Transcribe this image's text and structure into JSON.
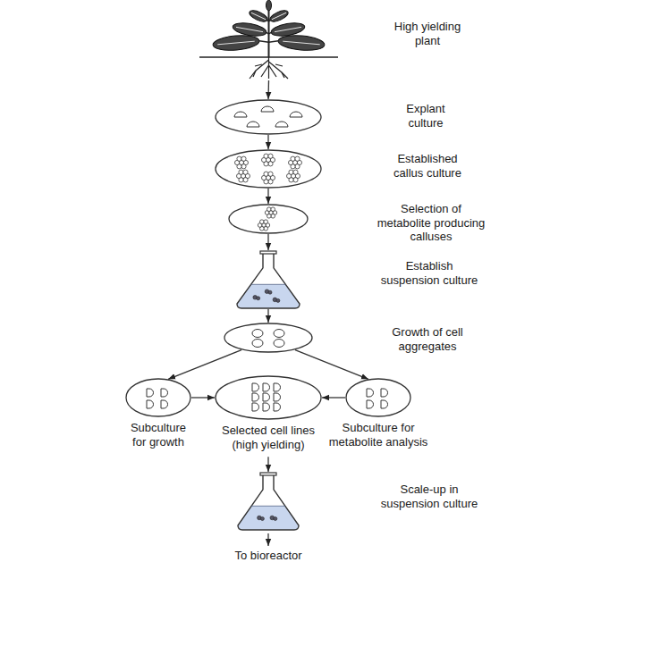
{
  "diagram": {
    "nodes": [
      {
        "text": [
          "High yielding plant"
        ]
      },
      {
        "text": [
          "Explant culture"
        ]
      },
      {
        "text": [
          "Established callus culture"
        ]
      },
      {
        "text": [
          "Selection of metabolite producing calluses"
        ]
      },
      {
        "text": [
          "Establish suspension culture"
        ]
      },
      {
        "text": [
          "Growth of cell aggregates"
        ]
      },
      {
        "text": [
          "Subculture for growth"
        ]
      },
      {
        "text": [
          "Selected cell lines (high yielding)"
        ]
      },
      {
        "text": [
          "Subculture for metabolite analysis"
        ]
      },
      {
        "text": [
          "Scale-up in suspension culture"
        ]
      }
    ],
    "edges": [
      {
        "from": 0,
        "to": 1,
        "arrow": "to"
      },
      {
        "from": 1,
        "to": 2,
        "arrow": "to"
      },
      {
        "from": 2,
        "to": 3,
        "arrow": "to"
      },
      {
        "from": 3,
        "to": 4,
        "arrow": "to"
      },
      {
        "from": 4,
        "to": 5,
        "arrow": "to"
      },
      {
        "from": 5,
        "to": 6,
        "arrow": "to"
      },
      {
        "from": 5,
        "to": 8,
        "arrow": "to"
      },
      {
        "from": 6,
        "to": 7,
        "arrow": "to"
      },
      {
        "from": 8,
        "to": 7,
        "arrow": "to"
      },
      {
        "from": 7,
        "to": 9,
        "arrow": "to"
      }
    ],
    "labels": [
      "To bioreactor"
    ]
  }
}
